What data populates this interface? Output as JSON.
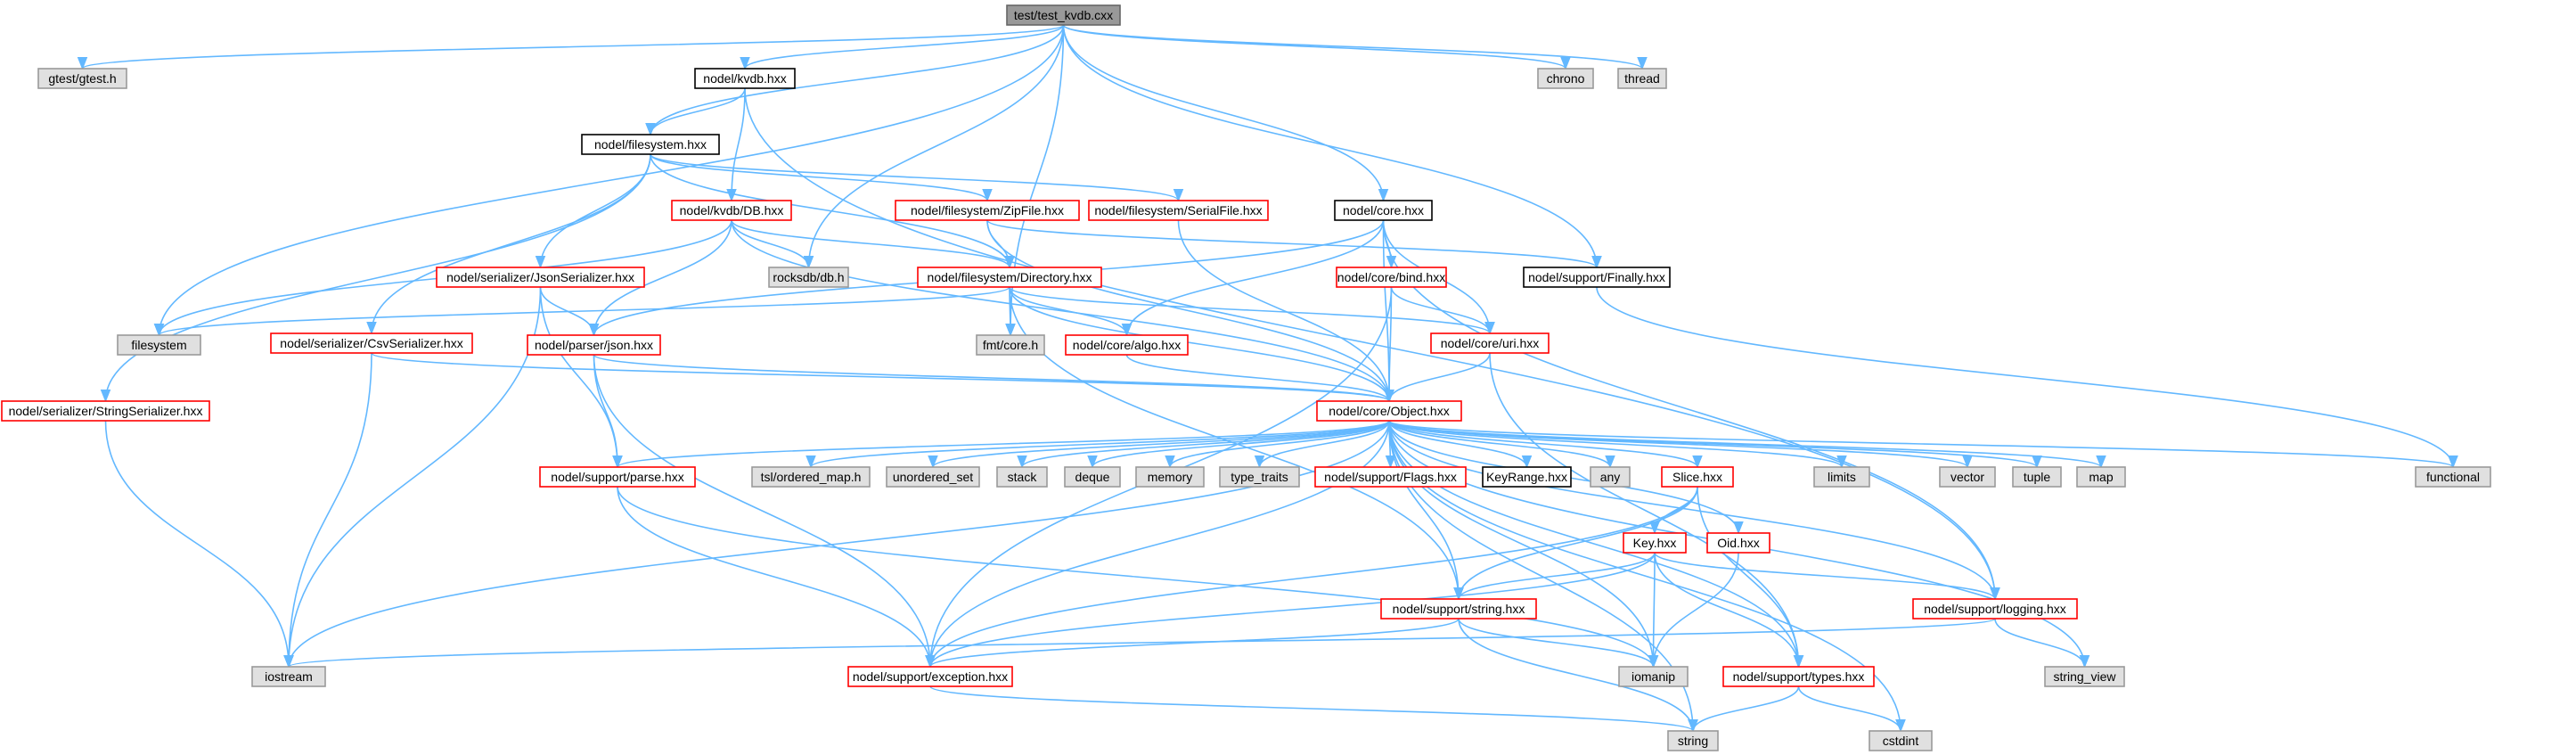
{
  "colors": {
    "edge": "#63b8ff",
    "root_fill": "#999999",
    "root_border": "#666666",
    "documented_fill": "#ffffff",
    "documented_border": "#000000",
    "undocumented_fill": "#ffffff",
    "undocumented_border": "#ff0000",
    "external_fill": "#e0e0e0",
    "external_border": "#999999"
  },
  "nodes": [
    {
      "id": "root",
      "label": "test/test_kvdb.cxx",
      "kind": "root"
    },
    {
      "id": "gtest",
      "label": "gtest/gtest.h",
      "kind": "external"
    },
    {
      "id": "kvdb",
      "label": "nodel/kvdb.hxx",
      "kind": "documented"
    },
    {
      "id": "chrono",
      "label": "chrono",
      "kind": "external"
    },
    {
      "id": "thread",
      "label": "thread",
      "kind": "external"
    },
    {
      "id": "fs",
      "label": "nodel/filesystem.hxx",
      "kind": "documented"
    },
    {
      "id": "db",
      "label": "nodel/kvdb/DB.hxx",
      "kind": "undocumented"
    },
    {
      "id": "zipfile",
      "label": "nodel/filesystem/ZipFile.hxx",
      "kind": "undocumented"
    },
    {
      "id": "serialfile",
      "label": "nodel/filesystem/SerialFile.hxx",
      "kind": "undocumented"
    },
    {
      "id": "core",
      "label": "nodel/core.hxx",
      "kind": "documented"
    },
    {
      "id": "jsonser",
      "label": "nodel/serializer/JsonSerializer.hxx",
      "kind": "undocumented"
    },
    {
      "id": "rocksdb",
      "label": "rocksdb/db.h",
      "kind": "external"
    },
    {
      "id": "directory",
      "label": "nodel/filesystem/Directory.hxx",
      "kind": "undocumented"
    },
    {
      "id": "bind",
      "label": "nodel/core/bind.hxx",
      "kind": "undocumented"
    },
    {
      "id": "finally",
      "label": "nodel/support/Finally.hxx",
      "kind": "documented"
    },
    {
      "id": "filesystem",
      "label": "filesystem",
      "kind": "external"
    },
    {
      "id": "csvser",
      "label": "nodel/serializer/CsvSerializer.hxx",
      "kind": "undocumented"
    },
    {
      "id": "json",
      "label": "nodel/parser/json.hxx",
      "kind": "undocumented"
    },
    {
      "id": "fmt",
      "label": "fmt/core.h",
      "kind": "external"
    },
    {
      "id": "algo",
      "label": "nodel/core/algo.hxx",
      "kind": "undocumented"
    },
    {
      "id": "uri",
      "label": "nodel/core/uri.hxx",
      "kind": "undocumented"
    },
    {
      "id": "strser",
      "label": "nodel/serializer/StringSerializer.hxx",
      "kind": "undocumented"
    },
    {
      "id": "object",
      "label": "nodel/core/Object.hxx",
      "kind": "undocumented"
    },
    {
      "id": "parse",
      "label": "nodel/support/parse.hxx",
      "kind": "undocumented"
    },
    {
      "id": "tsl",
      "label": "tsl/ordered_map.h",
      "kind": "external"
    },
    {
      "id": "uset",
      "label": "unordered_set",
      "kind": "external"
    },
    {
      "id": "stack",
      "label": "stack",
      "kind": "external"
    },
    {
      "id": "deque",
      "label": "deque",
      "kind": "external"
    },
    {
      "id": "memory",
      "label": "memory",
      "kind": "external"
    },
    {
      "id": "typetraits",
      "label": "type_traits",
      "kind": "external"
    },
    {
      "id": "flags",
      "label": "nodel/support/Flags.hxx",
      "kind": "undocumented"
    },
    {
      "id": "keyrange",
      "label": "KeyRange.hxx",
      "kind": "documented"
    },
    {
      "id": "any",
      "label": "any",
      "kind": "external"
    },
    {
      "id": "slice",
      "label": "Slice.hxx",
      "kind": "undocumented"
    },
    {
      "id": "limits",
      "label": "limits",
      "kind": "external"
    },
    {
      "id": "vector",
      "label": "vector",
      "kind": "external"
    },
    {
      "id": "tuple",
      "label": "tuple",
      "kind": "external"
    },
    {
      "id": "map",
      "label": "map",
      "kind": "external"
    },
    {
      "id": "functional",
      "label": "functional",
      "kind": "external"
    },
    {
      "id": "key",
      "label": "Key.hxx",
      "kind": "undocumented"
    },
    {
      "id": "oid",
      "label": "Oid.hxx",
      "kind": "undocumented"
    },
    {
      "id": "string_hxx",
      "label": "nodel/support/string.hxx",
      "kind": "undocumented"
    },
    {
      "id": "logging",
      "label": "nodel/support/logging.hxx",
      "kind": "undocumented"
    },
    {
      "id": "iostream",
      "label": "iostream",
      "kind": "external"
    },
    {
      "id": "exception",
      "label": "nodel/support/exception.hxx",
      "kind": "undocumented"
    },
    {
      "id": "iomanip",
      "label": "iomanip",
      "kind": "external"
    },
    {
      "id": "types",
      "label": "nodel/support/types.hxx",
      "kind": "undocumented"
    },
    {
      "id": "string_view",
      "label": "string_view",
      "kind": "external"
    },
    {
      "id": "string",
      "label": "string",
      "kind": "external"
    },
    {
      "id": "cstdint",
      "label": "cstdint",
      "kind": "external"
    }
  ],
  "edges": [
    [
      "root",
      "gtest"
    ],
    [
      "root",
      "kvdb"
    ],
    [
      "root",
      "fs"
    ],
    [
      "root",
      "chrono"
    ],
    [
      "root",
      "thread"
    ],
    [
      "root",
      "filesystem"
    ],
    [
      "root",
      "rocksdb"
    ],
    [
      "root",
      "fmt"
    ],
    [
      "root",
      "core"
    ],
    [
      "root",
      "finally"
    ],
    [
      "kvdb",
      "fs"
    ],
    [
      "kvdb",
      "db"
    ],
    [
      "kvdb",
      "logging"
    ],
    [
      "fs",
      "zipfile"
    ],
    [
      "fs",
      "serialfile"
    ],
    [
      "fs",
      "directory"
    ],
    [
      "fs",
      "jsonser"
    ],
    [
      "fs",
      "csvser"
    ],
    [
      "fs",
      "strser"
    ],
    [
      "db",
      "rocksdb"
    ],
    [
      "db",
      "directory"
    ],
    [
      "db",
      "filesystem"
    ],
    [
      "db",
      "json"
    ],
    [
      "db",
      "object"
    ],
    [
      "zipfile",
      "directory"
    ],
    [
      "zipfile",
      "object"
    ],
    [
      "zipfile",
      "finally"
    ],
    [
      "serialfile",
      "object"
    ],
    [
      "core",
      "object"
    ],
    [
      "core",
      "bind"
    ],
    [
      "core",
      "uri"
    ],
    [
      "core",
      "algo"
    ],
    [
      "core",
      "json"
    ],
    [
      "core",
      "logging"
    ],
    [
      "jsonser",
      "json"
    ],
    [
      "jsonser",
      "parse"
    ],
    [
      "jsonser",
      "iostream"
    ],
    [
      "directory",
      "filesystem"
    ],
    [
      "directory",
      "fmt"
    ],
    [
      "directory",
      "algo"
    ],
    [
      "directory",
      "uri"
    ],
    [
      "directory",
      "object"
    ],
    [
      "directory",
      "string_hxx"
    ],
    [
      "bind",
      "object"
    ],
    [
      "bind",
      "uri"
    ],
    [
      "bind",
      "exception"
    ],
    [
      "finally",
      "functional"
    ],
    [
      "csvser",
      "object"
    ],
    [
      "csvser",
      "iostream"
    ],
    [
      "json",
      "object"
    ],
    [
      "json",
      "parse"
    ],
    [
      "json",
      "exception"
    ],
    [
      "algo",
      "object"
    ],
    [
      "uri",
      "object"
    ],
    [
      "uri",
      "types"
    ],
    [
      "strser",
      "iostream"
    ],
    [
      "object",
      "parse"
    ],
    [
      "object",
      "tsl"
    ],
    [
      "object",
      "uset"
    ],
    [
      "object",
      "stack"
    ],
    [
      "object",
      "deque"
    ],
    [
      "object",
      "memory"
    ],
    [
      "object",
      "typetraits"
    ],
    [
      "object",
      "flags"
    ],
    [
      "object",
      "keyrange"
    ],
    [
      "object",
      "any"
    ],
    [
      "object",
      "slice"
    ],
    [
      "object",
      "limits"
    ],
    [
      "object",
      "vector"
    ],
    [
      "object",
      "tuple"
    ],
    [
      "object",
      "map"
    ],
    [
      "object",
      "functional"
    ],
    [
      "object",
      "oid"
    ],
    [
      "object",
      "string_hxx"
    ],
    [
      "object",
      "logging"
    ],
    [
      "object",
      "iostream"
    ],
    [
      "object",
      "exception"
    ],
    [
      "object",
      "iomanip"
    ],
    [
      "object",
      "types"
    ],
    [
      "object",
      "string_view"
    ],
    [
      "object",
      "string"
    ],
    [
      "object",
      "cstdint"
    ],
    [
      "parse",
      "exception"
    ],
    [
      "parse",
      "iomanip"
    ],
    [
      "slice",
      "key"
    ],
    [
      "slice",
      "string_hxx"
    ],
    [
      "slice",
      "types"
    ],
    [
      "slice",
      "exception"
    ],
    [
      "key",
      "string_hxx"
    ],
    [
      "key",
      "logging"
    ],
    [
      "key",
      "iomanip"
    ],
    [
      "key",
      "types"
    ],
    [
      "key",
      "exception"
    ],
    [
      "oid",
      "iomanip"
    ],
    [
      "string_hxx",
      "exception"
    ],
    [
      "string_hxx",
      "iomanip"
    ],
    [
      "string_hxx",
      "string"
    ],
    [
      "logging",
      "iostream"
    ],
    [
      "logging",
      "string_view"
    ],
    [
      "exception",
      "string"
    ],
    [
      "types",
      "string"
    ],
    [
      "types",
      "cstdint"
    ]
  ]
}
